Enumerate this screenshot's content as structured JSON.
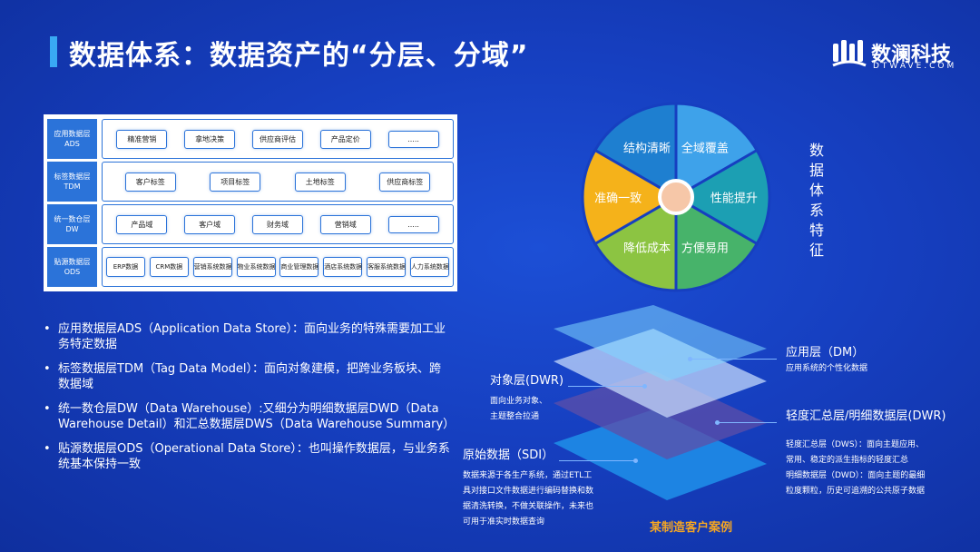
{
  "header": {
    "title": "数据体系：数据资产的“分层、分域”"
  },
  "logo": {
    "name": "数澜科技",
    "sub": "DTWAVE.COM"
  },
  "layer_table": {
    "rows": [
      {
        "label_line1": "应用数据层",
        "label_line2": "ADS",
        "cells": [
          "精准营销",
          "拿地决策",
          "供应商评估",
          "产品定价",
          "....."
        ]
      },
      {
        "label_line1": "标签数据层",
        "label_line2": "TDM",
        "cells": [
          "客户标签",
          "项目标签",
          "土地标签",
          "供应商标签"
        ]
      },
      {
        "label_line1": "统一数仓层",
        "label_line2": "DW",
        "cells": [
          "产品域",
          "客户域",
          "财务域",
          "营销域",
          "....."
        ]
      },
      {
        "label_line1": "贴源数据层",
        "label_line2": "ODS",
        "cells": [
          "ERP数据",
          "CRM数据",
          "营销系统数据",
          "物业系统数据",
          "商业管理数据",
          "酒店系统数据",
          "客服系统数据",
          "人力系统数据"
        ]
      }
    ]
  },
  "bullets": [
    "应用数据层ADS（Application Data Store）：面向业务的特殊需要加工业务特定数据",
    "标签数据层TDM（Tag Data Model）：面向对象建模，把跨业务板块、跨数据域",
    "统一数仓层DW（Data Warehouse）:又细分为明细数据层DWD（Data Warehouse Detail）和汇总数据层DWS（Data Warehouse Summary）",
    "贴源数据层ODS（Operational Data Store）：也叫操作数据层，与业务系统基本保持一致"
  ],
  "pie": {
    "segments": [
      {
        "label": "结构清晰",
        "color": "#1e7fd0"
      },
      {
        "label": "全域覆盖",
        "color": "#3ea2ea"
      },
      {
        "label": "性能提升",
        "color": "#1c9fb3"
      },
      {
        "label": "方便易用",
        "color": "#47b36a"
      },
      {
        "label": "降低成本",
        "color": "#8cc442"
      },
      {
        "label": "准确一致",
        "color": "#f5b21a"
      }
    ],
    "side_title": "数据体系特征"
  },
  "layers": {
    "dm": {
      "title": "应用层（DM）",
      "desc": "应用系统的个性化数据"
    },
    "dwr_left": {
      "title": "对象层(DWR)",
      "desc_line1": "面向业务对象、",
      "desc_line2": "主题整合拉通"
    },
    "dwr_right": {
      "title": "轻度汇总层/明细数据层(DWR)",
      "desc_line1": "轻度汇总层（DWS）：面向主题应用、",
      "desc_line2": "常用、稳定的派生指标的轻度汇总",
      "desc_line3": "明细数据层（DWD）：面向主题的最细",
      "desc_line4": "粒度颗粒，历史可追溯的公共原子数据"
    },
    "sdi": {
      "title": "原始数据（SDI）",
      "desc_line1": "数据来源于各生产系统，通过ETL工",
      "desc_line2": "具对接口文件数据进行编码替换和数",
      "desc_line3": "据清洗转换，不做关联操作，未来也",
      "desc_line4": "可用于准实时数据查询"
    },
    "case_label": "某制造客户案例"
  }
}
